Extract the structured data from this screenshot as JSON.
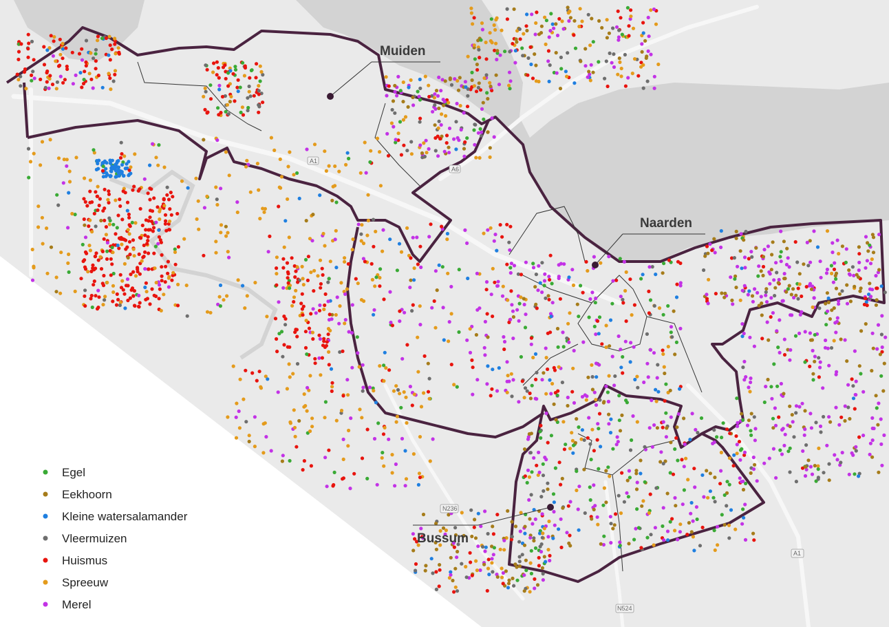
{
  "map": {
    "places": [
      {
        "id": "muiden",
        "label": "Muiden"
      },
      {
        "id": "naarden",
        "label": "Naarden"
      },
      {
        "id": "bussum",
        "label": "Bussum"
      }
    ],
    "roads": [
      {
        "id": "a1-north",
        "label": "A1"
      },
      {
        "id": "a6",
        "label": "A6"
      },
      {
        "id": "n236",
        "label": "N236"
      },
      {
        "id": "a1-south",
        "label": "A1"
      },
      {
        "id": "n524",
        "label": "N524"
      }
    ],
    "colors": {
      "water": "#d3d3d3",
      "land": "#eaeaea",
      "outside": "#ffffff",
      "boundary": "#4a2340",
      "road": "#f7f7f7"
    }
  },
  "legend": {
    "items": [
      {
        "label": "Egel",
        "color": "#3aaa35"
      },
      {
        "label": "Eekhoorn",
        "color": "#a67c1a"
      },
      {
        "label": "Kleine watersalamander",
        "color": "#1f7fe0"
      },
      {
        "label": "Vleermuizen",
        "color": "#6e6e6e"
      },
      {
        "label": "Huismus",
        "color": "#e8140e"
      },
      {
        "label": "Spreeuw",
        "color": "#e49b1c"
      },
      {
        "label": "Merel",
        "color": "#c332e6"
      }
    ]
  }
}
